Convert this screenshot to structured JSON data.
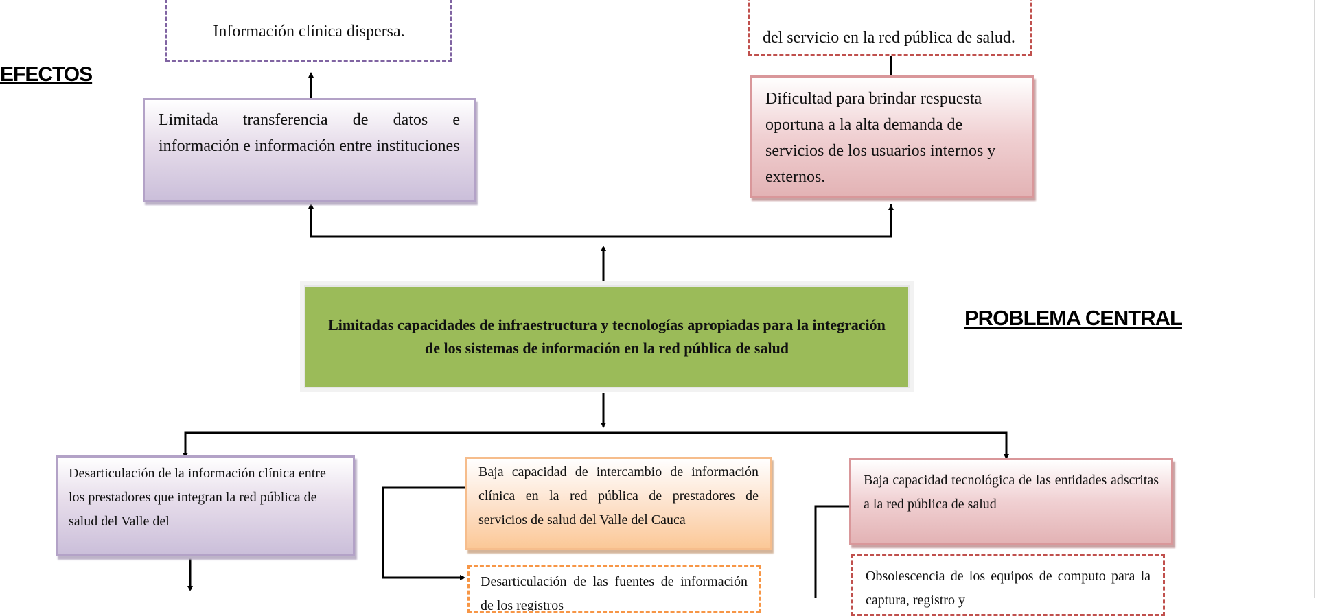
{
  "headings": {
    "effects": "EFECTOS",
    "central_problem": "PROBLEMA CENTRAL"
  },
  "effects": {
    "top_left_dashed": "Información clínica dispersa.",
    "top_right_dashed": "del servicio en la red pública de salud.",
    "left_box": "Limitada transferencia de datos e información e información entre instituciones",
    "right_box": "Dificultad para brindar respuesta oportuna a la alta demanda de servicios de los usuarios internos y externos."
  },
  "central_problem": "Limitadas capacidades de infraestructura y tecnologías apropiadas para la integración de los sistemas de información en la red pública de salud",
  "causes": {
    "left_box": "Desarticulación de la información clínica entre los prestadores que integran la red pública de salud del Valle del",
    "middle_box": "Baja capacidad de intercambio de información clínica en la red pública de prestadores de servicios de salud del Valle del Cauca",
    "middle_dashed": "Desarticulación de las fuentes de información de los registros",
    "right_box": "Baja capacidad tecnológica de las entidades adscritas a la red pública de salud",
    "right_dashed": "Obsolescencia de los equipos de computo para la captura, registro y"
  },
  "colors": {
    "green": "#9bbb59",
    "purple": "#8064a2",
    "red": "#c0504d",
    "orange": "#f79646"
  }
}
